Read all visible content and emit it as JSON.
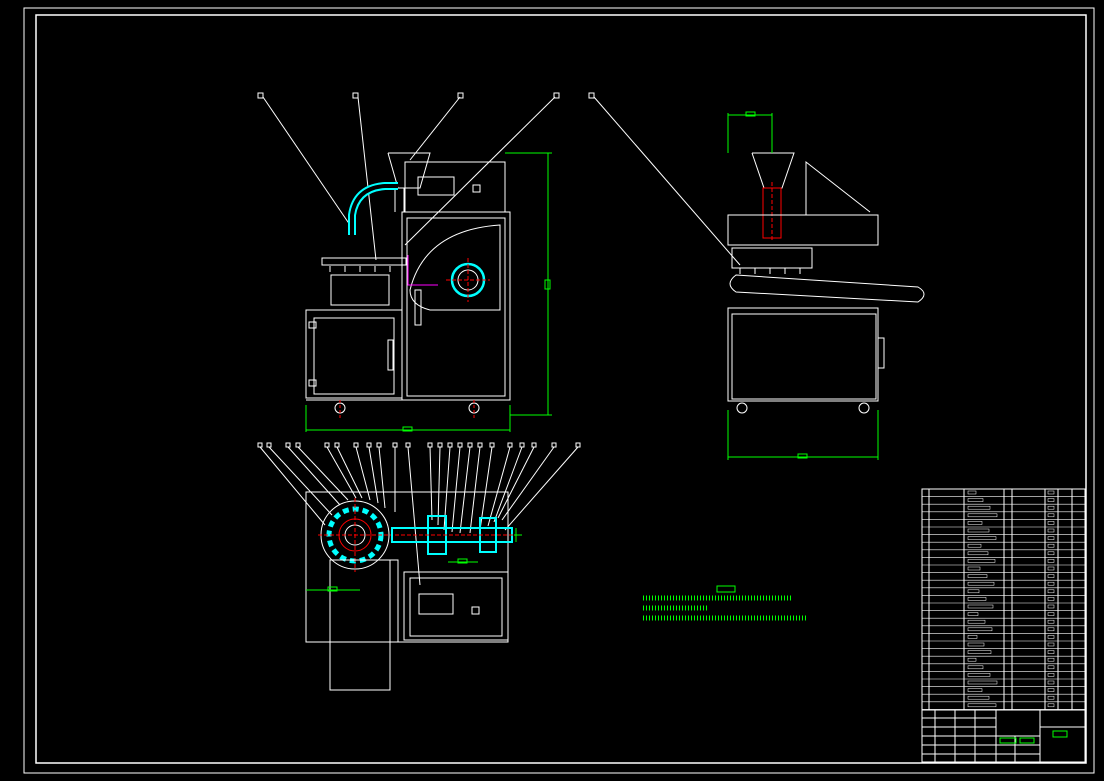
{
  "drawing": {
    "colors": {
      "background": "#000000",
      "line": "#ffffff",
      "dimension": "#00ff00",
      "highlight": "#00ffff",
      "centerline": "#ff0000",
      "accent": "#ff00ff"
    },
    "views": [
      "front-view",
      "side-view",
      "top-view"
    ],
    "technical_notes": {
      "heading": "",
      "lines": [
        "",
        "",
        ""
      ]
    },
    "title_block": {
      "drawing_name": "",
      "drawing_number": ""
    }
  }
}
